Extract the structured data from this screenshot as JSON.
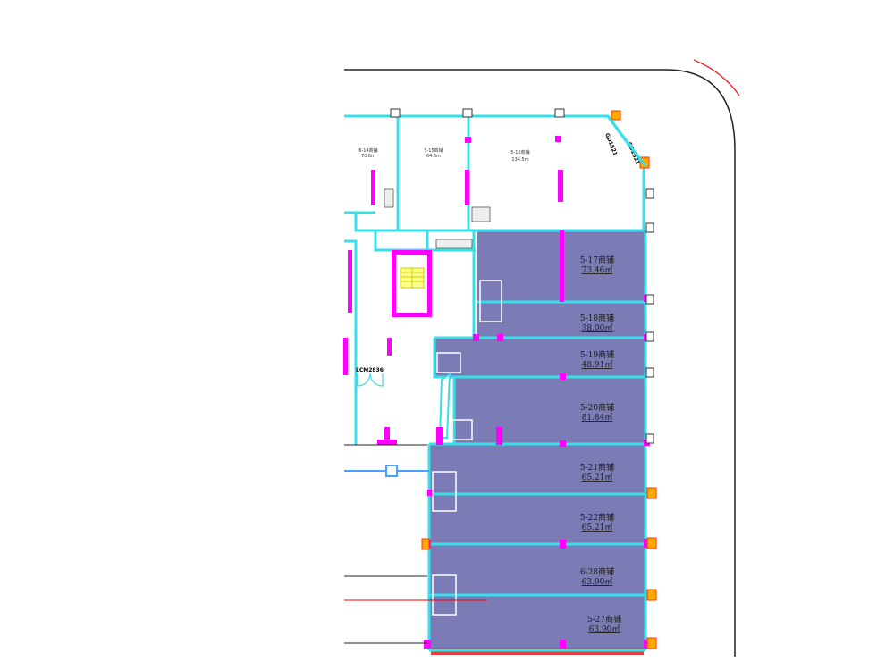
{
  "plan": {
    "colors": {
      "shop_fill": "#7b7cb6",
      "wall": "#35e0e8",
      "column": "#ff00ff",
      "boundary": "#222222",
      "door": "#ff0000",
      "pipe": "#4aa0ff",
      "fixture": "#ffaa00"
    },
    "upper_units": [
      {
        "name": "6-14商铺",
        "area": "70.6m"
      },
      {
        "name": "5-15商铺",
        "area": "64.6m"
      },
      {
        "name": "5-16商铺",
        "area": "134.5m"
      }
    ],
    "shops": [
      {
        "id": "5-17",
        "name": "5-17商铺",
        "area": "73.46㎡"
      },
      {
        "id": "5-18",
        "name": "5-18商铺",
        "area": "38.00㎡"
      },
      {
        "id": "5-19",
        "name": "5-19商铺",
        "area": "48.91㎡"
      },
      {
        "id": "5-20",
        "name": "5-20商铺",
        "area": "81.84㎡"
      },
      {
        "id": "5-21",
        "name": "5-21商铺",
        "area": "65.21㎡"
      },
      {
        "id": "5-22",
        "name": "5-22商铺",
        "area": "65.21㎡"
      },
      {
        "id": "6-28",
        "name": "6-28商铺",
        "area": "63.90㎡"
      },
      {
        "id": "5-27",
        "name": "5-27商铺",
        "area": "63.90㎡"
      }
    ],
    "door_tags": [
      "LCM2836",
      "GD1521",
      "GD1521"
    ]
  }
}
